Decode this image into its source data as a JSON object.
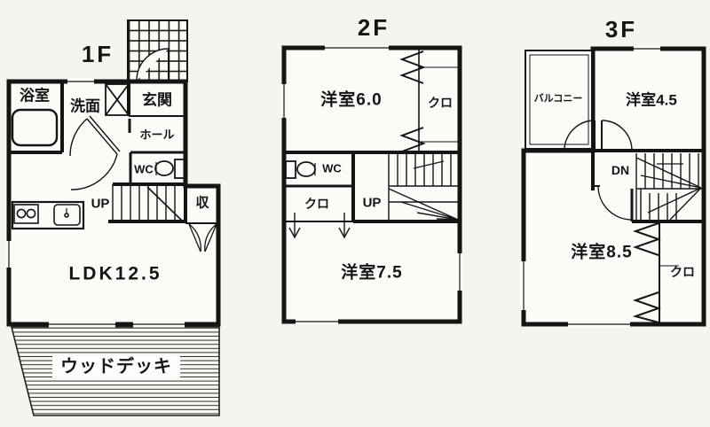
{
  "document": {
    "type": "floor-plan",
    "paper_color": "#f6f4ef",
    "room_fill": "#fcfbf8",
    "ink_color": "#171513"
  },
  "floor1": {
    "title": "1F",
    "rooms": {
      "bath": "浴室",
      "washroom": "洗面",
      "entrance": "玄関",
      "hall": "ホール",
      "wc": "WC",
      "up": "UP",
      "storage": "収",
      "ldk": "LDK12.5",
      "wood_deck": "ウッドデッキ"
    }
  },
  "floor2": {
    "title": "2F",
    "rooms": {
      "room_6_0": "洋室6.0",
      "closet_right": "クロ",
      "wc": "WC",
      "closet_left": "クロ",
      "up": "UP",
      "room_7_5": "洋室7.5"
    }
  },
  "floor3": {
    "title": "3F",
    "rooms": {
      "balcony": "バルコニー",
      "room_4_5": "洋室4.5",
      "dn": "DN",
      "room_8_5": "洋室8.5",
      "closet": "クロ"
    }
  }
}
